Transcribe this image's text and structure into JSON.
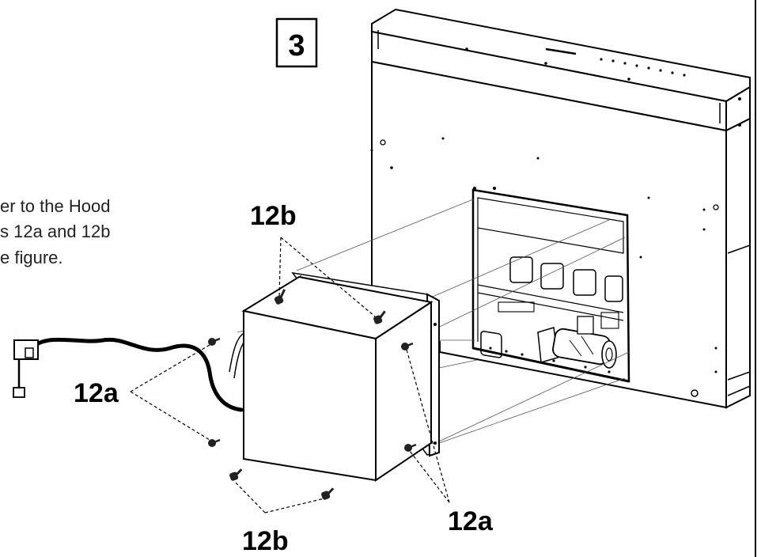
{
  "step": {
    "number": "3"
  },
  "instruction_lines": [
    "er to the Hood",
    "s 12a and 12b",
    "e figure."
  ],
  "callouts": {
    "screw_12a_left": "12a",
    "screw_12a_right": "12a",
    "screw_12b_top": "12b",
    "screw_12b_bottom": "12b"
  }
}
